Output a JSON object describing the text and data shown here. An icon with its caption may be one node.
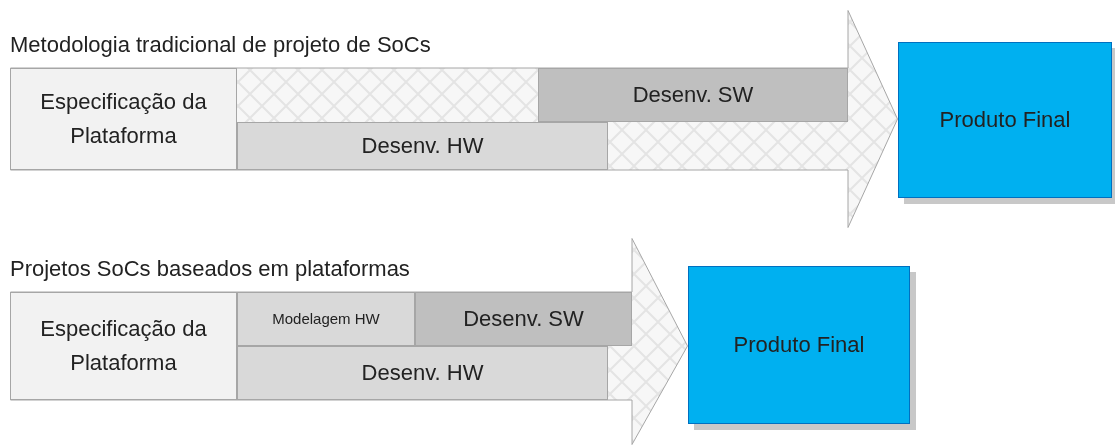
{
  "diagram": {
    "nodes": [
      {
        "text": [
          "Metodologia tradicional de projeto de SoCs"
        ]
      },
      {
        "text": [
          "Especificação da Plataforma"
        ],
        "in": 0
      },
      {
        "text": [
          "Desenv. SW"
        ],
        "in": 0
      },
      {
        "text": [
          "Desenv. HW"
        ],
        "in": 0
      },
      {
        "text": [
          "Produto Final"
        ]
      },
      {
        "text": [
          "Projetos SoCs baseados em plataformas"
        ]
      },
      {
        "text": [
          "Especificação da Plataforma"
        ],
        "in": 5
      },
      {
        "text": [
          "Modelagem HW"
        ],
        "in": 5
      },
      {
        "text": [
          "Desenv. SW"
        ],
        "in": 5
      },
      {
        "text": [
          "Desenv. HW"
        ],
        "in": 5
      },
      {
        "text": [
          "Produto Final"
        ]
      }
    ]
  }
}
